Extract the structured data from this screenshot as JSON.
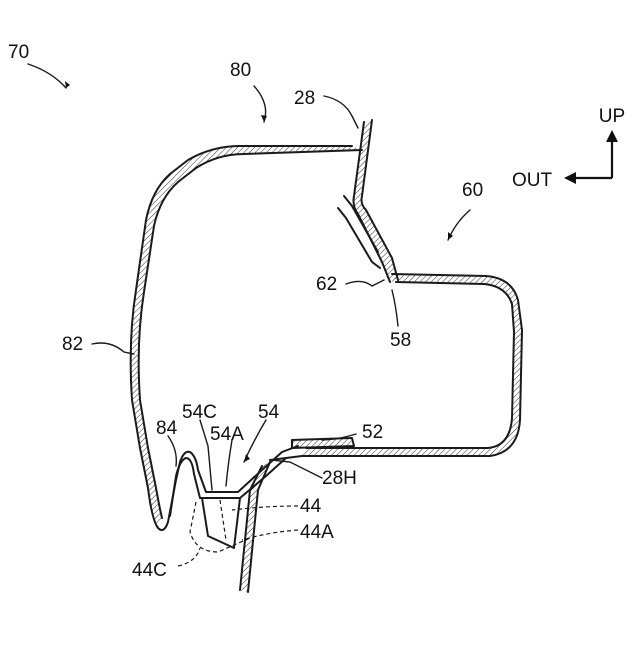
{
  "labels": {
    "ref_70": "70",
    "ref_80": "80",
    "ref_28": "28",
    "ref_60": "60",
    "ref_62": "62",
    "ref_58": "58",
    "ref_82": "82",
    "ref_84": "84",
    "ref_54C": "54C",
    "ref_54A": "54A",
    "ref_54": "54",
    "ref_52": "52",
    "ref_28H": "28H",
    "ref_44": "44",
    "ref_44A": "44A",
    "ref_44C": "44C"
  },
  "directions": {
    "up": "UP",
    "out": "OUT"
  },
  "colors": {
    "line": "#1a1a1a",
    "text": "#111111",
    "background": "#ffffff"
  }
}
